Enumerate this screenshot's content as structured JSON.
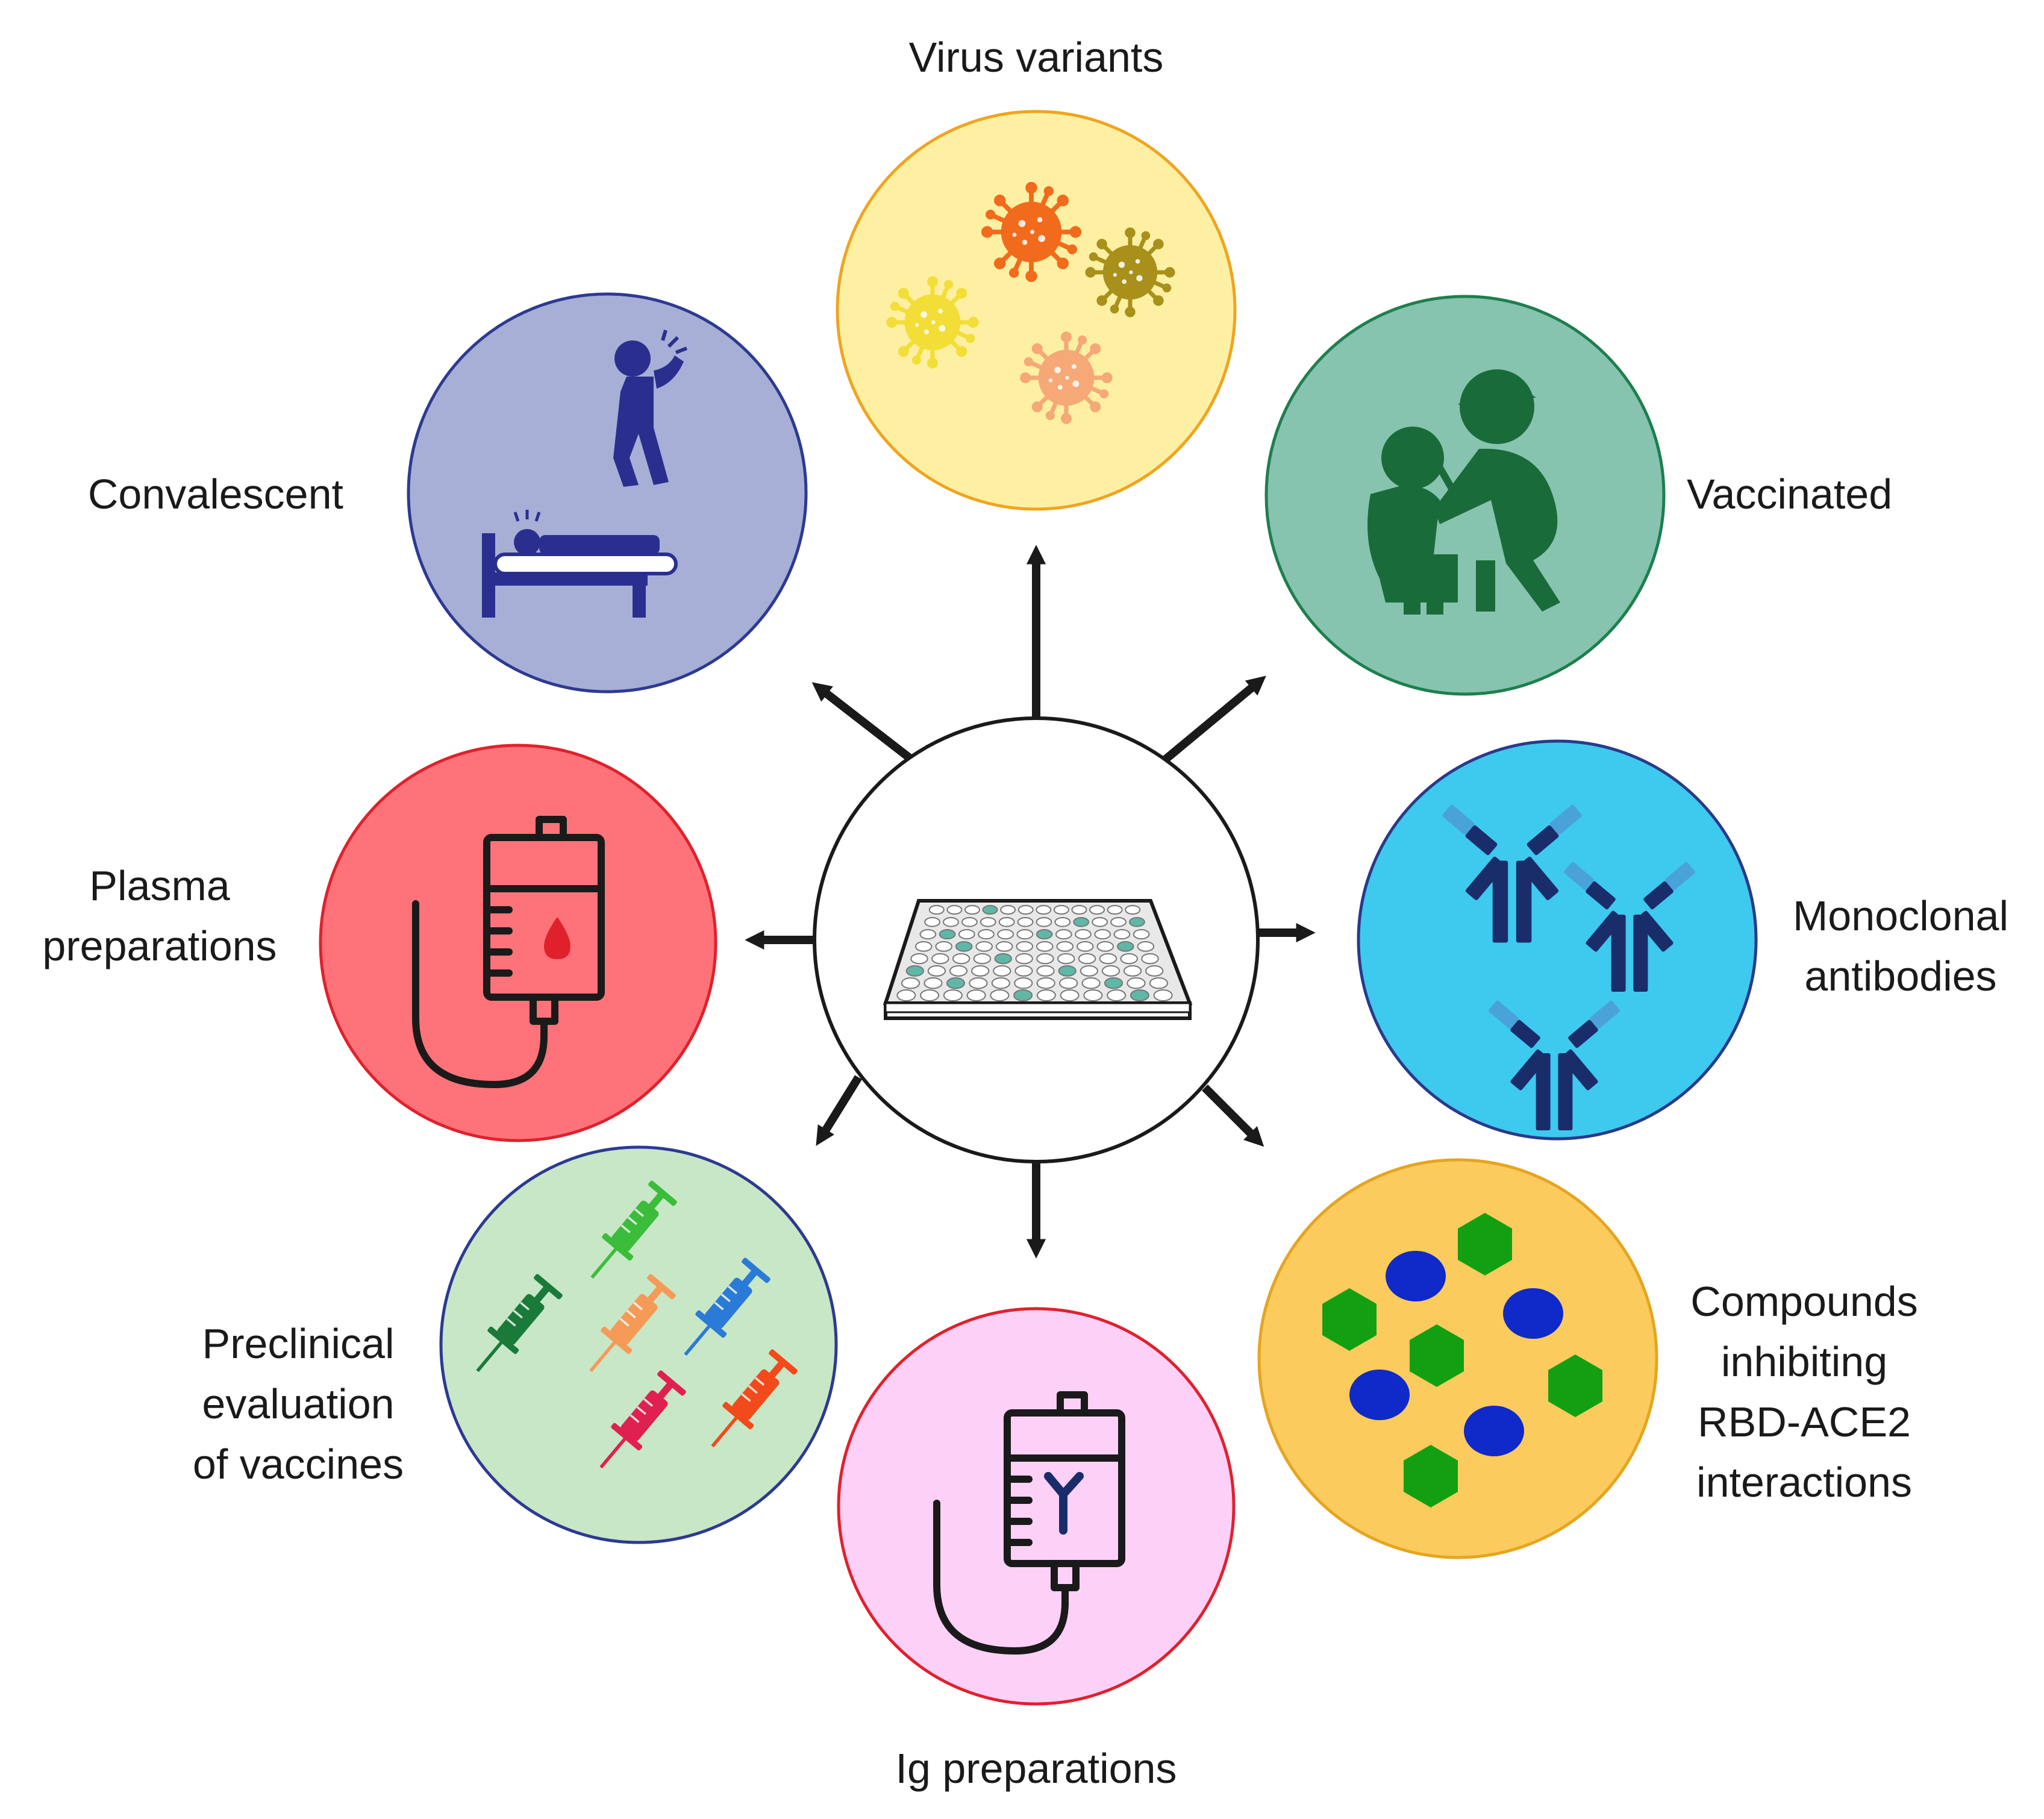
{
  "labels": {
    "virus_variants": "Virus variants",
    "vaccinated": "Vaccinated",
    "convalescent": "Convalescent",
    "plasma": [
      "Plasma",
      "preparations"
    ],
    "monoclonal": [
      "Monoclonal",
      "antibodies"
    ],
    "preclinical": [
      "Preclinical",
      "evaluation",
      "of vaccines"
    ],
    "ig": "Ig preparations",
    "compounds": [
      "Compounds",
      "inhibiting",
      "RBD-ACE2",
      "interactions"
    ]
  },
  "icons": {
    "center": "microplate-icon",
    "virus_variants": "virus-icon",
    "vaccinated": "vaccination-icon",
    "convalescent": "sick-patient-icon",
    "plasma": "blood-bag-icon",
    "monoclonal": "antibody-icon",
    "preclinical": "syringe-icon",
    "ig": "ig-bag-icon",
    "compounds": "compound-icon"
  },
  "colors": {
    "virus_fill": "#fdf0a3",
    "virus_stroke": "#f0a41e",
    "vacc_fill": "#86c4af",
    "vacc_stroke": "#1e7f4e",
    "vacc_icon": "#1a6b3a",
    "conv_fill": "#a7afd6",
    "conv_stroke": "#2d3a91",
    "conv_icon": "#2a2f8f",
    "plasma_fill": "#fe7379",
    "plasma_stroke": "#e0212c",
    "mono_fill": "#3ec9ee",
    "mono_stroke": "#2a3a8a",
    "pre_fill": "#c8e7c6",
    "pre_stroke": "#2d3a91",
    "ig_fill": "#fdd0f8",
    "ig_stroke": "#e0212c",
    "comp_fill": "#fccb5e",
    "comp_stroke": "#e6a51f",
    "arrow": "#1a1a1a",
    "plate_well": "#5fb7a8"
  }
}
